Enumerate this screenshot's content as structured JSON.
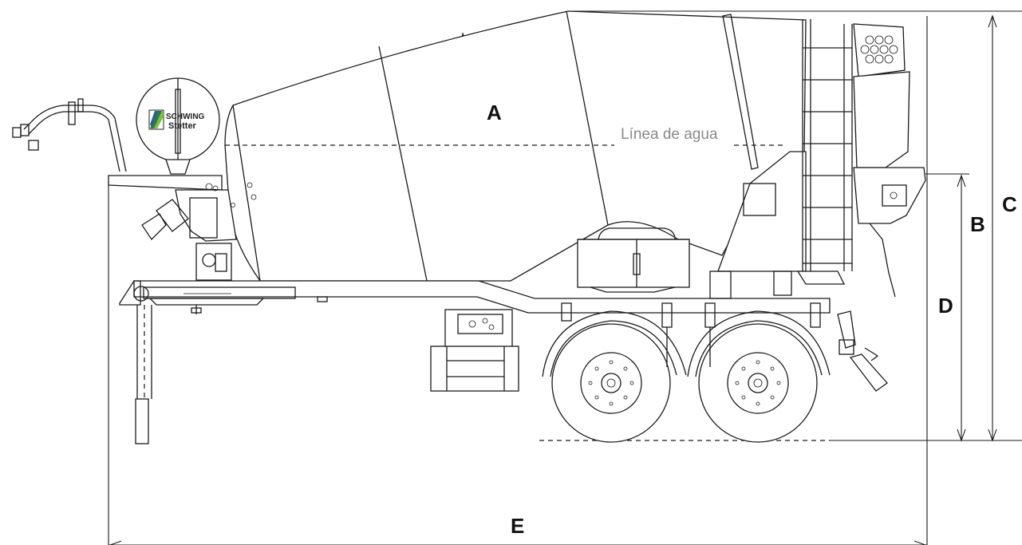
{
  "labels": {
    "a": "A",
    "b": "B",
    "c": "C",
    "d": "D",
    "e": "E"
  },
  "water_line": "Línea de agua",
  "logo": {
    "line1": "SCHWING",
    "line2": "Stetter",
    "colors": [
      "#2f7d3a",
      "#7fbf3f",
      "#1f5fa8"
    ]
  }
}
